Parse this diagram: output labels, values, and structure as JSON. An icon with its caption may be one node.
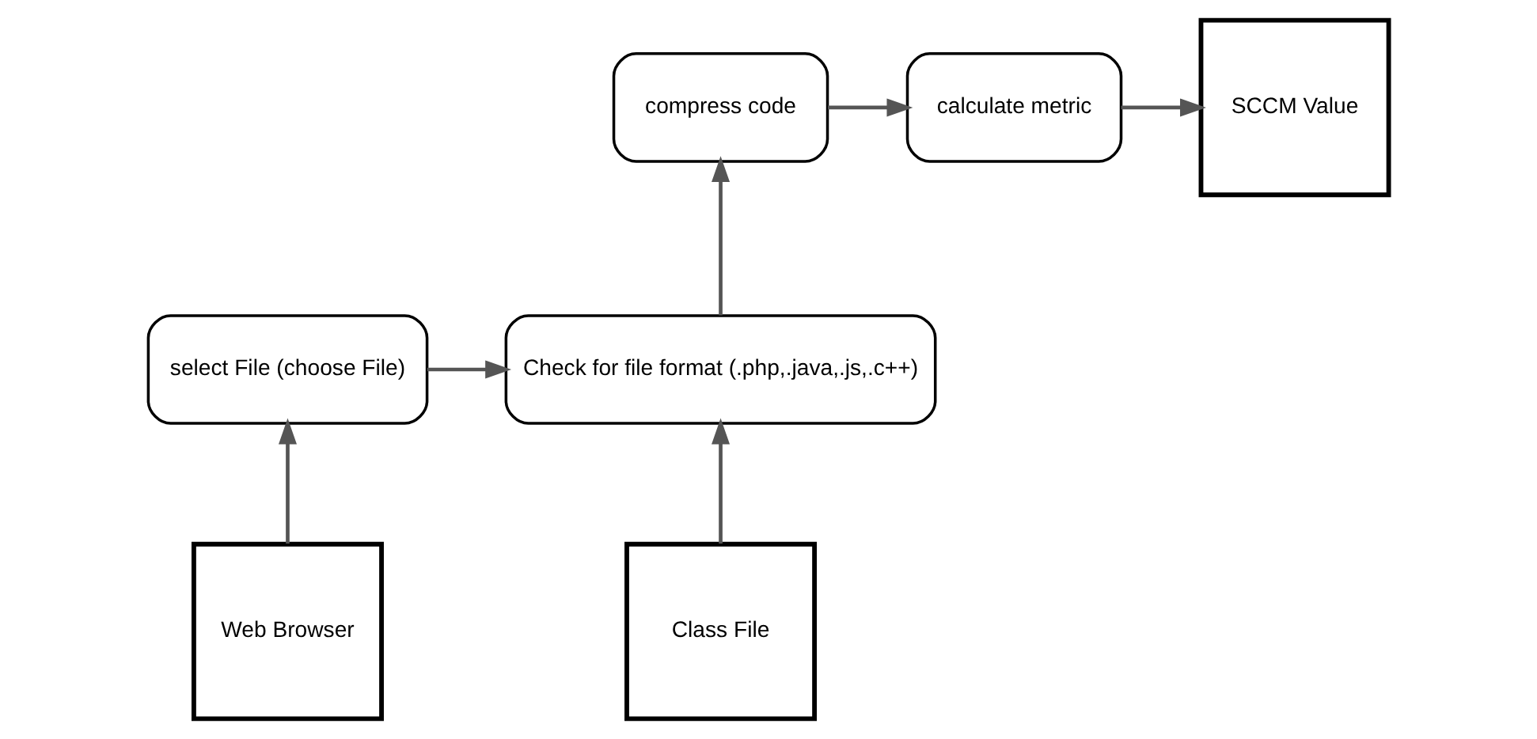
{
  "diagram": {
    "nodes": [
      {
        "text": [
          "select File (choose File)"
        ]
      },
      {
        "text": [
          "Check for file format (.php,.java,.js,.c++)"
        ]
      },
      {
        "text": [
          "compress code"
        ]
      },
      {
        "text": [
          "calculate metric"
        ]
      },
      {
        "text": [
          "SCCM Value"
        ]
      },
      {
        "text": [
          "Web Browser"
        ]
      },
      {
        "text": [
          "Class File"
        ]
      }
    ],
    "edges": [
      {
        "from": 0,
        "to": 1,
        "arrow": "to"
      },
      {
        "from": 1,
        "to": 2,
        "arrow": "to"
      },
      {
        "from": 2,
        "to": 3,
        "arrow": "to"
      },
      {
        "from": 3,
        "to": 4,
        "arrow": "to"
      },
      {
        "from": 5,
        "to": 0,
        "arrow": "to"
      },
      {
        "from": 6,
        "to": 1,
        "arrow": "to"
      }
    ]
  }
}
